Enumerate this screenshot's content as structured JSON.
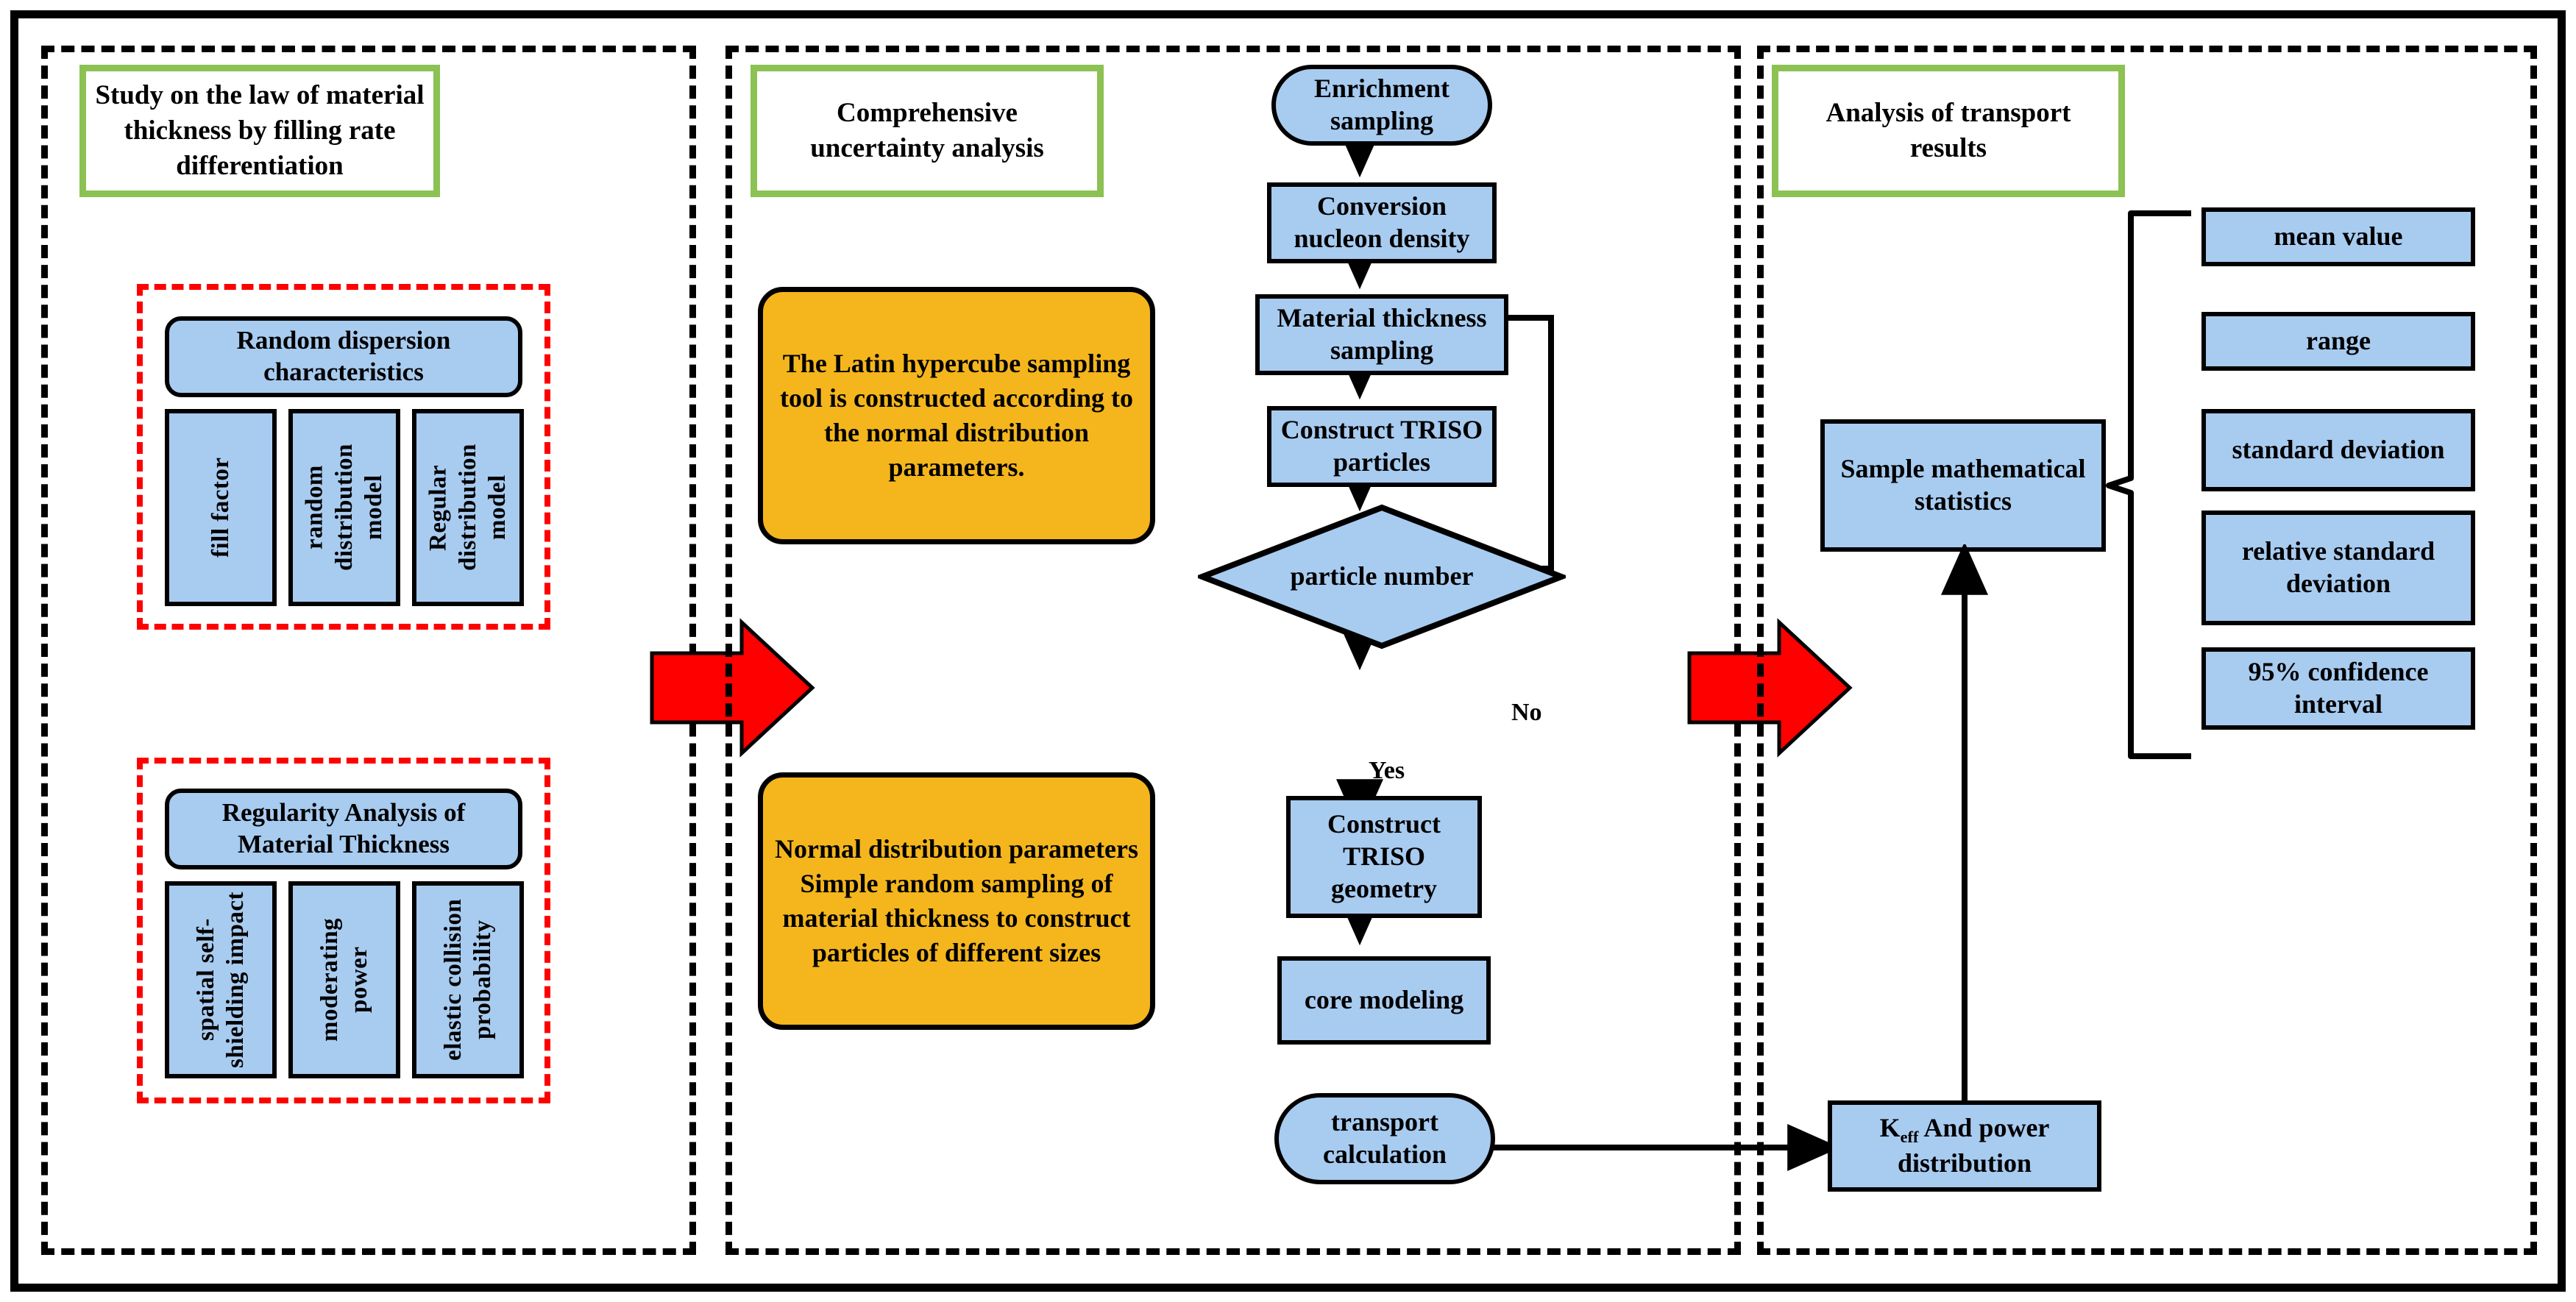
{
  "panels": [
    {
      "id": "left",
      "heading": "Study on the law of material thickness by filling rate differentiation"
    },
    {
      "id": "middle",
      "heading": "Comprehensive uncertainty analysis"
    },
    {
      "id": "right",
      "heading": "Analysis of transport results"
    }
  ],
  "left_panel": {
    "group_a": {
      "title": "Random dispersion characteristics",
      "items": [
        "fill factor",
        "random distribution model",
        "Regular distribution model"
      ]
    },
    "group_b": {
      "title": "Regularity Analysis of Material Thickness",
      "items": [
        "spatial self-shielding impact",
        "moderating power",
        "elastic collision probability"
      ]
    }
  },
  "middle_panel": {
    "notes": [
      "The Latin hypercube sampling tool is constructed according to the normal distribution parameters.",
      "Normal distribution parameters Simple random sampling of material thickness to construct particles of different sizes"
    ],
    "flow": [
      {
        "id": "enrichment",
        "label": "Enrichment sampling",
        "shape": "stadium"
      },
      {
        "id": "conversion",
        "label": "Conversion nucleon density",
        "shape": "rect"
      },
      {
        "id": "thickness",
        "label": "Material thickness sampling",
        "shape": "rect"
      },
      {
        "id": "particles",
        "label": "Construct TRISO particles",
        "shape": "rect"
      },
      {
        "id": "decision",
        "label": "particle number",
        "shape": "diamond"
      },
      {
        "id": "geometry",
        "label": "Construct TRISO geometry",
        "shape": "rect"
      },
      {
        "id": "core",
        "label": "core modeling",
        "shape": "rect"
      },
      {
        "id": "transport",
        "label": "transport calculation",
        "shape": "stadium"
      }
    ],
    "branch_labels": {
      "no": "No",
      "yes": "Yes"
    }
  },
  "right_panel": {
    "stats_hub": "Sample mathematical statistics",
    "stats_items": [
      "mean value",
      "range",
      "standard deviation",
      "relative standard deviation",
      "95% confidence interval"
    ],
    "result_box": {
      "prefix": "K",
      "sub": "eff",
      "suffix": " And power distribution"
    }
  },
  "colors": {
    "node_fill": "#A8CBF0",
    "note_fill": "#F4B61C",
    "heading_border": "#8CC153",
    "group_border": "#FF0000",
    "arrow": "#FF0000",
    "stroke": "#000000"
  }
}
